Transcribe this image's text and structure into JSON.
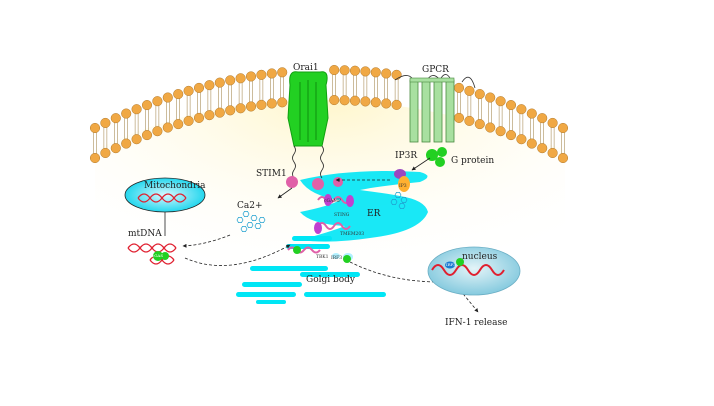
{
  "labels": {
    "orai1": "Orai1",
    "gpcr": "GPCR",
    "ip3r": "IP3R",
    "gprotein": "G protein",
    "stim1": "STIM1",
    "mitochondria": "Mitochondria",
    "ca2plus": "Ca2+",
    "mtdna": "mtDNA",
    "cgas": "cGAS",
    "cgamp": "cGAMP",
    "sting": "STING",
    "er": "ER",
    "tmem203": "TMEM203",
    "tbk1": "TBK1",
    "irf3_golgi": "IRF3",
    "golgi": "Golgi body",
    "nucleus": "nucleus",
    "irf3_nucleus": "IRF3",
    "ip3": "IP3",
    "ifn": "IFN-1 release"
  },
  "colors": {
    "membrane_head": "#f0a844",
    "membrane_tail": "#9a7a3a",
    "cytoplasm": "#fffbe0",
    "orai_channel": "#22d022",
    "gpcr_helix": "#a8e0a0",
    "er_golgi": "#00e6f5",
    "stim_node": "#e060a8",
    "dna": "#e02030",
    "mitochondria_fill": "#00d8ee",
    "nucleus_fill": "#8fd0e0",
    "ip3_node": "#ffb030"
  }
}
